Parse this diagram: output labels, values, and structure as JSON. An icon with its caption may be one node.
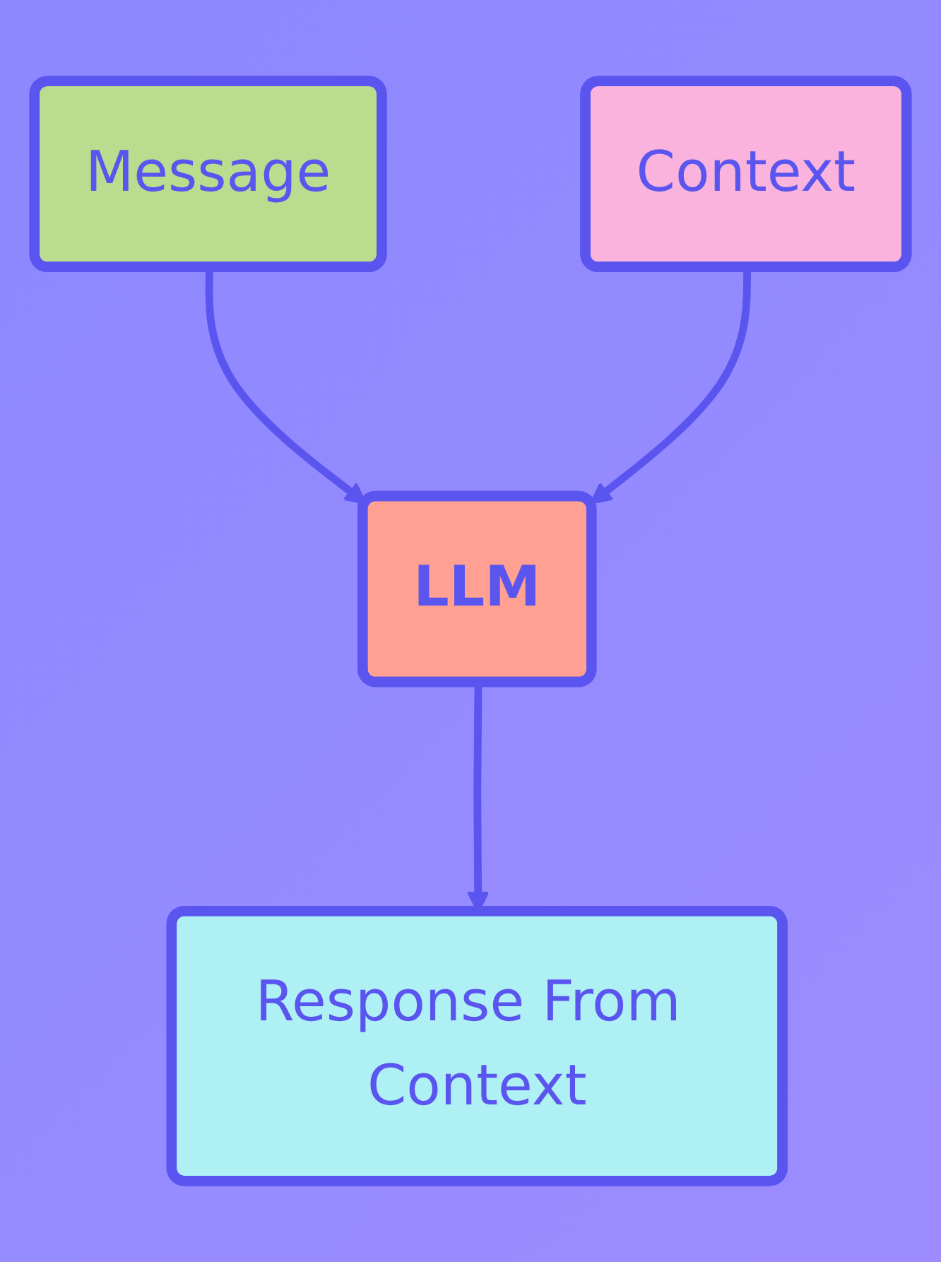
{
  "diagram": {
    "nodes": [
      {
        "text": [
          "Message"
        ]
      },
      {
        "text": [
          "Context"
        ]
      },
      {
        "text": [
          "LLM"
        ]
      },
      {
        "text": [
          "Response From Context"
        ]
      }
    ],
    "edges": [
      {
        "from": 0,
        "to": 2,
        "arrow": "to"
      },
      {
        "from": 1,
        "to": 2,
        "arrow": "to"
      },
      {
        "from": 2,
        "to": 3,
        "arrow": "to"
      }
    ]
  }
}
